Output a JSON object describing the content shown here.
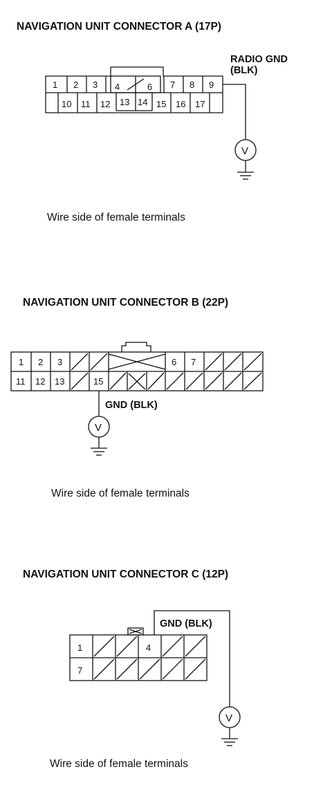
{
  "connector_a": {
    "title": "NAVIGATION UNIT CONNECTOR A (17P)",
    "wire_label_1": "RADIO GND",
    "wire_label_2": "(BLK)",
    "caption": "Wire side of female terminals",
    "meter": "V",
    "pins_top": [
      "1",
      "2",
      "3",
      "4",
      "6",
      "7",
      "8",
      "9"
    ],
    "pins_bottom": [
      "10",
      "11",
      "12",
      "13",
      "14",
      "15",
      "16",
      "17"
    ]
  },
  "connector_b": {
    "title": "NAVIGATION UNIT CONNECTOR B (22P)",
    "wire_label": "GND (BLK)",
    "caption": "Wire side of female terminals",
    "meter": "V",
    "pins_top": [
      "1",
      "2",
      "3",
      "6",
      "7"
    ],
    "pins_bottom": [
      "11",
      "12",
      "13",
      "15"
    ]
  },
  "connector_c": {
    "title": "NAVIGATION UNIT CONNECTOR C (12P)",
    "wire_label": "GND (BLK)",
    "caption": "Wire side of female terminals",
    "meter": "V",
    "pins_top": [
      "1",
      "4"
    ],
    "pins_bottom": [
      "7"
    ]
  }
}
